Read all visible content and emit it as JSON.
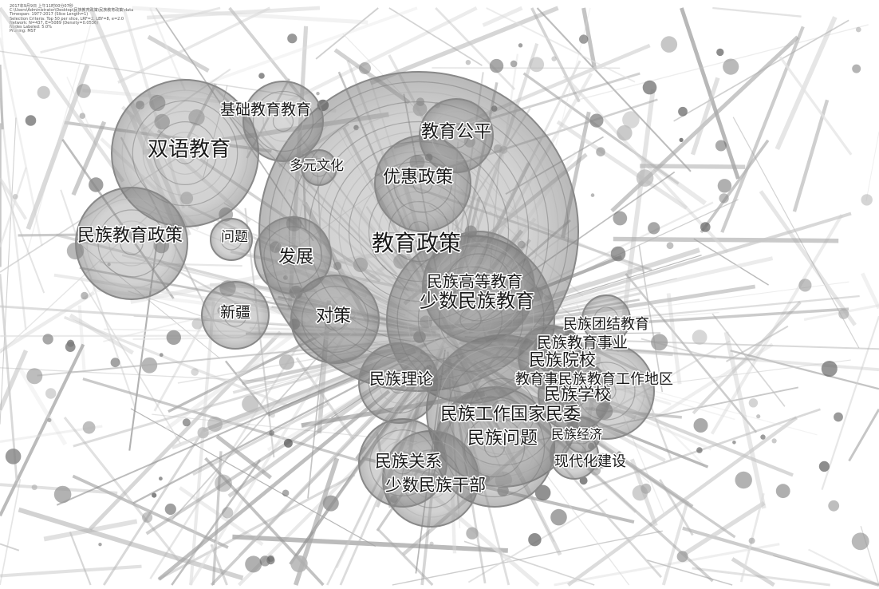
{
  "metadata_lines": [
    "2017年9月9日 上午11时00分07秒",
    "C:\\Users\\Administrator\\Desktop\\民族教育政策\\民族教育政策\\data",
    "Timespan: 1977-2017 (Slice Length=1)",
    "Selection Criteria: Top 50 per slice, LRF=2, LBY=8, e=2.0",
    "Network: N=437, E=5089 (Density=0.0536)",
    "Nodes Labeled: 5.0%",
    "Pruning: MST"
  ],
  "keywords": [
    {
      "id": "k1",
      "label": "基础教育教育"
    },
    {
      "id": "k2",
      "label": "双语教育"
    },
    {
      "id": "k3",
      "label": "教育公平"
    },
    {
      "id": "k4",
      "label": "多元文化"
    },
    {
      "id": "k5",
      "label": "优惠政策"
    },
    {
      "id": "k6",
      "label": "民族教育政策"
    },
    {
      "id": "k7",
      "label": "问题"
    },
    {
      "id": "k8",
      "label": "教育政策"
    },
    {
      "id": "k9",
      "label": "发展"
    },
    {
      "id": "k10",
      "label": "民族高等教育"
    },
    {
      "id": "k11",
      "label": "少数民族教育"
    },
    {
      "id": "k12",
      "label": "新疆"
    },
    {
      "id": "k13",
      "label": "对策"
    },
    {
      "id": "k14",
      "label": "民族团结教育"
    },
    {
      "id": "k15",
      "label": "民族教育事业"
    },
    {
      "id": "k16",
      "label": "民族院校"
    },
    {
      "id": "k17",
      "label": "民族理论"
    },
    {
      "id": "k18",
      "label": "教育事民族教育工作地区"
    },
    {
      "id": "k19",
      "label": "民族学校"
    },
    {
      "id": "k20",
      "label": "民族工作国家民委"
    },
    {
      "id": "k21",
      "label": "民族问题"
    },
    {
      "id": "k22",
      "label": "民族经济"
    },
    {
      "id": "k23",
      "label": "民族关系"
    },
    {
      "id": "k24",
      "label": "现代化建设"
    },
    {
      "id": "k25",
      "label": "少数民族干部"
    }
  ],
  "colors": {
    "background": "#ffffff",
    "node_ring": "#888888",
    "node_fill": "#a8a8a8",
    "link": "#bbbbbb",
    "label": "#1a1a1a"
  }
}
